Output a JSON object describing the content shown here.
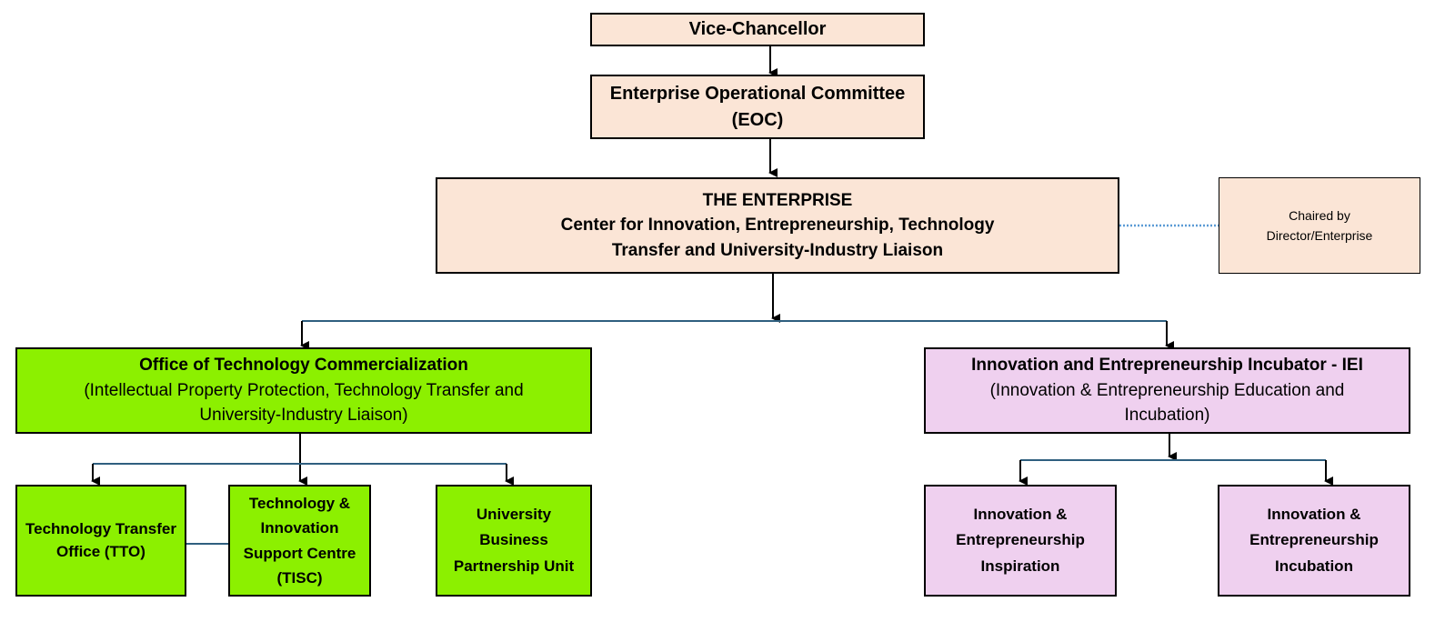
{
  "vc": {
    "label": "Vice-Chancellor"
  },
  "eoc": {
    "line1": "Enterprise Operational Committee",
    "line2": "(EOC)"
  },
  "enterprise": {
    "line1": "THE ENTERPRISE",
    "line2": "Center for Innovation, Entrepreneurship, Technology",
    "line3": "Transfer and University-Industry Liaison"
  },
  "chair": {
    "line1": "Chaired by",
    "line2": "Director/Enterprise"
  },
  "otc": {
    "title": "Office of Technology Commercialization",
    "line2": "(Intellectual Property Protection, Technology  Transfer and",
    "line3": "University-Industry Liaison)"
  },
  "iei": {
    "title": "Innovation and Entrepreneurship Incubator - IEI",
    "line2": "(Innovation & Entrepreneurship Education and",
    "line3": "Incubation)"
  },
  "tto": {
    "line1": "Technology Transfer",
    "line2": "Office (TTO)"
  },
  "tisc": {
    "line1": "Technology &",
    "line2": "Innovation",
    "line3": "Support Centre",
    "line4": "(TISC)"
  },
  "ubpu": {
    "line1": "University",
    "line2": "Business",
    "line3": "Partnership Unit"
  },
  "inspiration": {
    "line1": "Innovation &",
    "line2": "Entrepreneurship",
    "line3": "Inspiration"
  },
  "incubation": {
    "line1": "Innovation &",
    "line2": "Entrepreneurship",
    "line3": "Incubation"
  },
  "colors": {
    "peach": "#fbe5d6",
    "green": "#8cf000",
    "pink": "#efd0ef",
    "connector": "#2f5f7f",
    "arrow": "#000000",
    "dotted": "#5b9bd5"
  }
}
